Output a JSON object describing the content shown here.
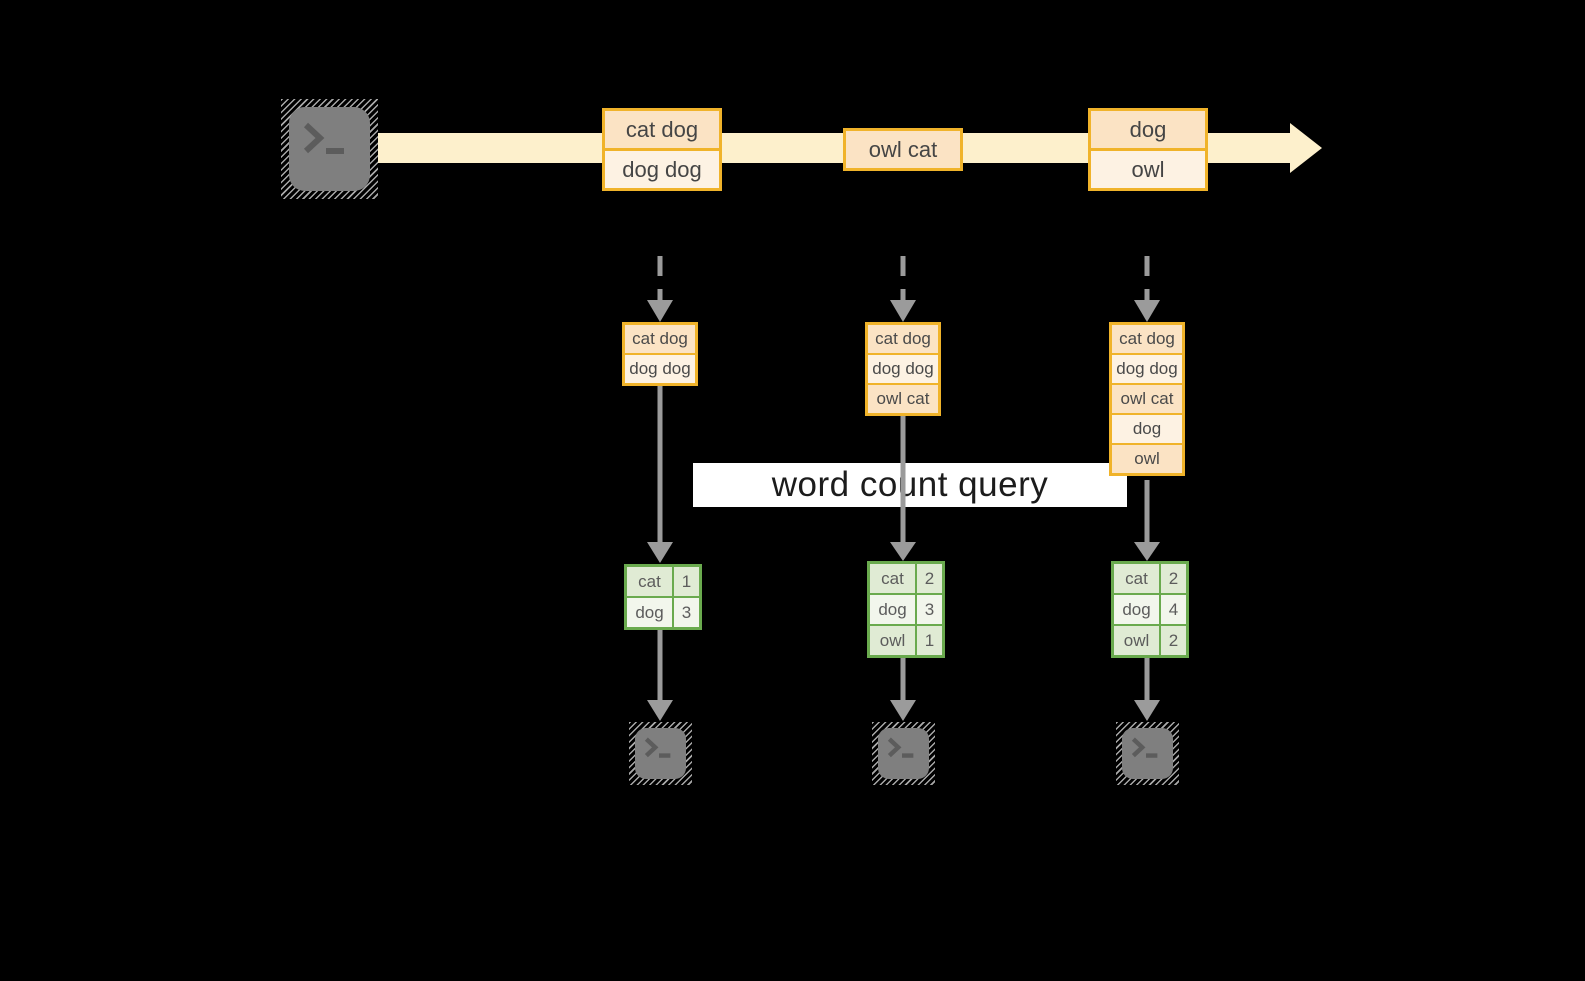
{
  "diagram": {
    "query_label": "word count query",
    "stream": {
      "source_icon": "terminal-icon",
      "records": [
        {
          "rows": [
            "cat dog",
            "dog dog"
          ]
        },
        {
          "rows": [
            "owl cat"
          ]
        },
        {
          "rows": [
            "dog",
            "owl"
          ]
        }
      ]
    },
    "columns": [
      {
        "stack": [
          "cat dog",
          "dog dog"
        ],
        "counts": [
          {
            "word": "cat",
            "count": "1"
          },
          {
            "word": "dog",
            "count": "3"
          }
        ]
      },
      {
        "stack": [
          "cat dog",
          "dog dog",
          "owl cat"
        ],
        "counts": [
          {
            "word": "cat",
            "count": "2"
          },
          {
            "word": "dog",
            "count": "3"
          },
          {
            "word": "owl",
            "count": "1"
          }
        ]
      },
      {
        "stack": [
          "cat dog",
          "dog dog",
          "owl cat",
          "dog",
          "owl"
        ],
        "counts": [
          {
            "word": "cat",
            "count": "2"
          },
          {
            "word": "dog",
            "count": "4"
          },
          {
            "word": "owl",
            "count": "2"
          }
        ]
      }
    ],
    "colors": {
      "background": "#000000",
      "stream_fill": "#fdf0cc",
      "record_border": "#f0b32a",
      "record_fill_dark": "#fbe3c4",
      "record_fill_light": "#fdf2e3",
      "table_border": "#6aaa4e",
      "table_fill_dark": "#e0ebd4",
      "table_fill_light": "#f2f6ec",
      "arrow_gray": "#9b9b9b",
      "terminal_fill": "#7f7f7f",
      "query_band_bg": "#ffffff",
      "query_text": "#1c1c1c"
    }
  }
}
